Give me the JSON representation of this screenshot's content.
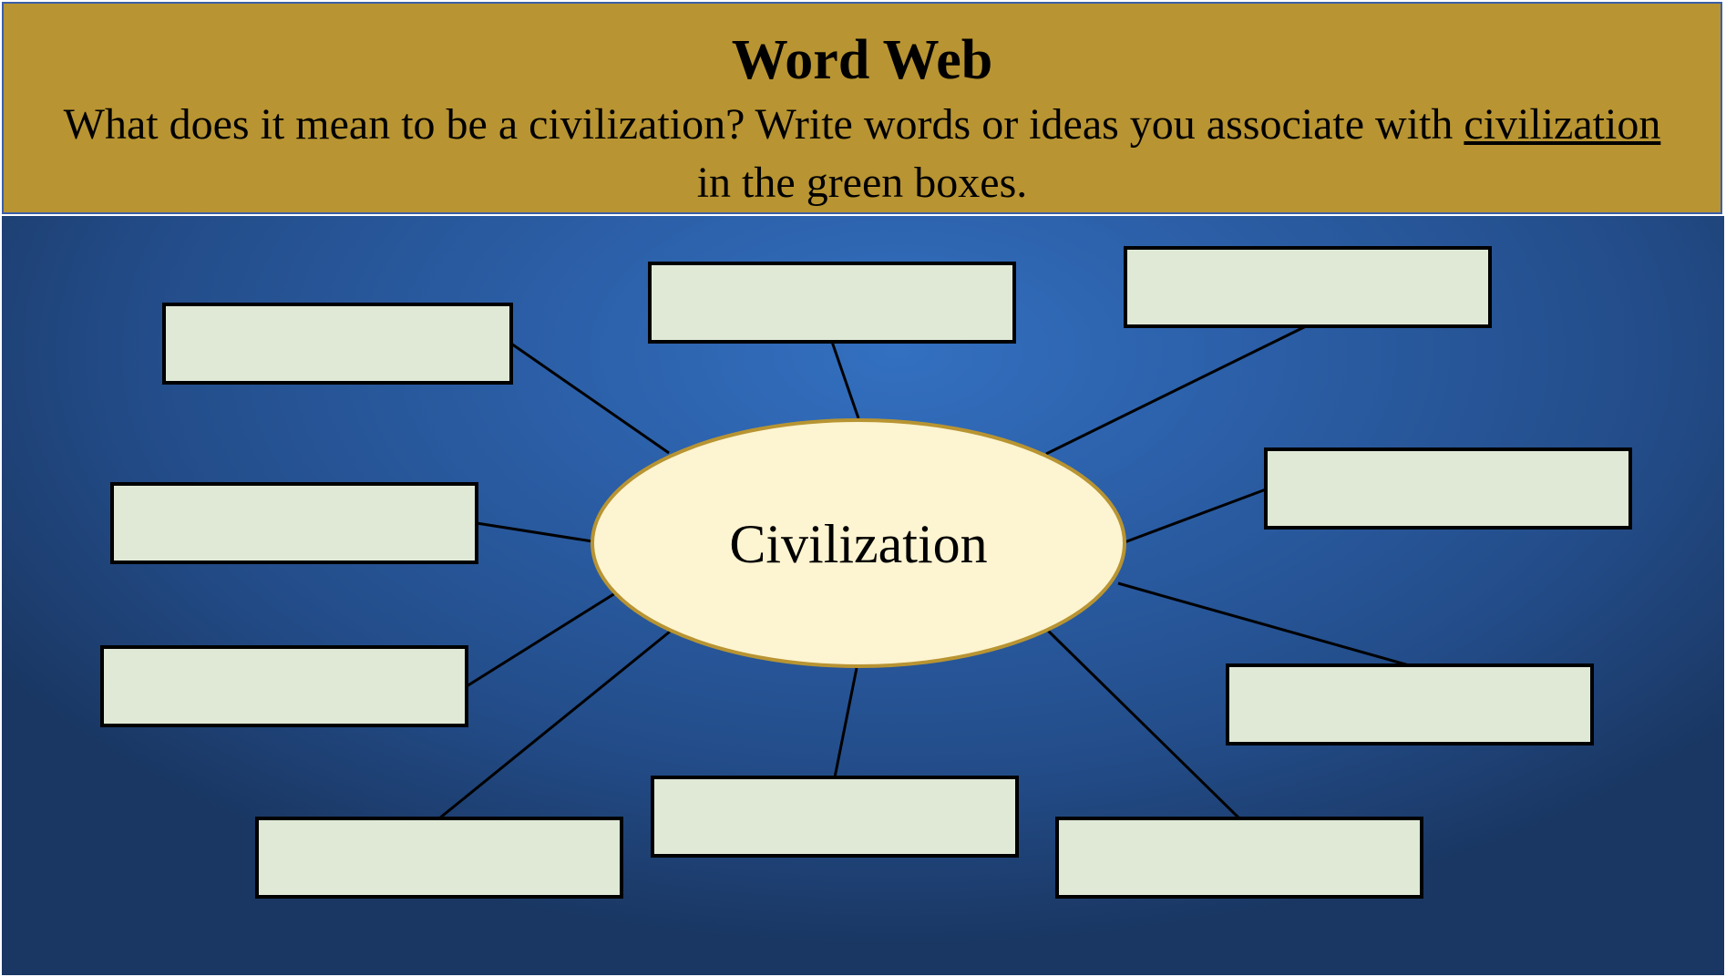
{
  "header": {
    "title": "Word Web",
    "prompt_before": "What does it mean to be a civilization? Write words or ideas you associate with ",
    "prompt_keyword": "civilization",
    "prompt_after": " in the green boxes."
  },
  "web": {
    "center_label": "Civilization",
    "answer_boxes": [
      "",
      "",
      "",
      "",
      "",
      "",
      "",
      "",
      "",
      ""
    ]
  },
  "colors": {
    "header_background": "#b89432",
    "background_blue": "#2b5ea6",
    "center_fill": "#fdf4d1",
    "center_border": "#b89432",
    "box_fill": "#dfe9d6",
    "line_color": "#000000"
  }
}
